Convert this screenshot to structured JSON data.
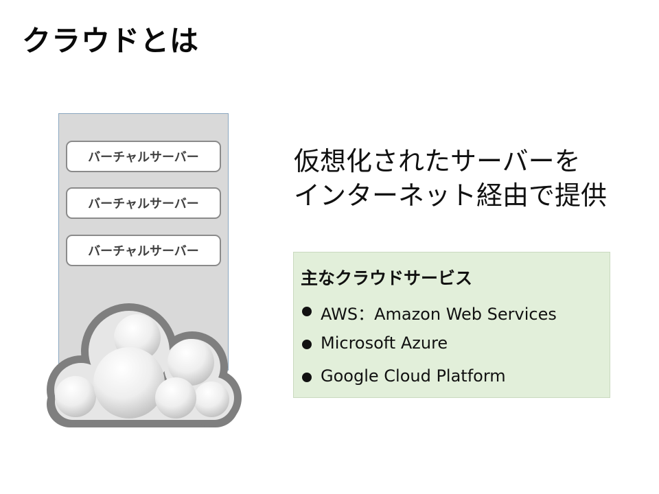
{
  "slide": {
    "title": "クラウドとは"
  },
  "server_stack": {
    "items": [
      "バーチャルサーバー",
      "バーチャルサーバー",
      "バーチャルサーバー"
    ]
  },
  "cloud_icon": "cloud-icon",
  "headline": {
    "line1": "仮想化されたサーバーを",
    "line2": "インターネット経由で提供"
  },
  "services": {
    "heading": "主なクラウドサービス",
    "items": [
      "AWS：Amazon Web Services",
      "Microsoft Azure",
      "Google Cloud Platform"
    ]
  },
  "colors": {
    "panel_bg": "#d9d9d9",
    "services_bg": "#e2efda",
    "server_border": "#8a8a8a",
    "cloud_outline": "#808080"
  }
}
